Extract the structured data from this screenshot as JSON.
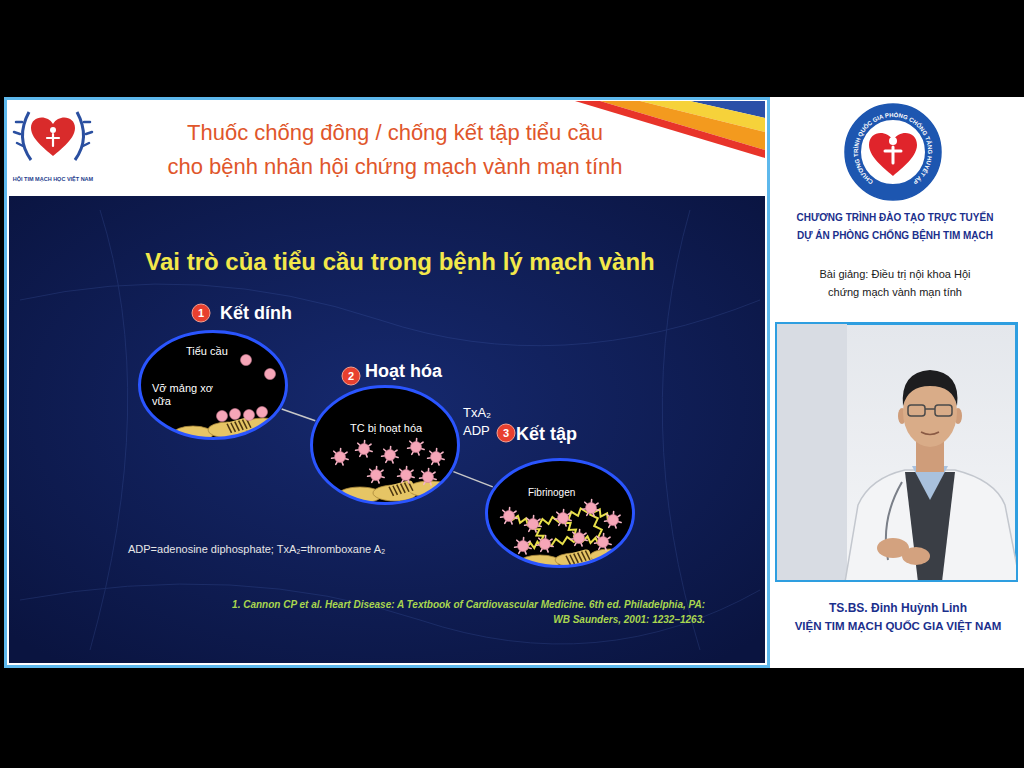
{
  "diagram": {
    "title": "Thuốc chống đông / chống kết tập tiểu cầu cho bệnh nhân hội chứng mạch vành mạn tính",
    "nodes": [
      {
        "text": [
          "Kết dính",
          "Tiểu cầu",
          "Vỡ mảng xơ vữa"
        ]
      },
      {
        "text": [
          "Hoạt hóa",
          "TC bị hoạt hóa",
          "TxA₂",
          "ADP"
        ]
      },
      {
        "text": [
          "Kết tập",
          "Fibrinogen"
        ]
      }
    ],
    "edges": [
      {
        "from": 0,
        "to": 1,
        "arrow": "none"
      },
      {
        "from": 1,
        "to": 2,
        "arrow": "none"
      }
    ],
    "labels": [
      "HỘI TIM MẠCH HỌC VIỆT NAM",
      "Vai trò của tiểu cầu trong bệnh lý mạch vành",
      "1",
      "2",
      "3",
      "ADP=adenosine diphosphate; TxA₂=thromboxane A₂",
      "1. Cannon CP et al. Heart Disease: A Textbook of Cardiovascular Medicine. 6th ed. Philadelphia, PA: WB Saunders, 2001: 1232–1263.",
      "CHƯƠNG TRÌNH QUỐC GIA PHÒNG CHỐNG TĂNG HUYẾT ÁP",
      "CHƯƠNG TRÌNH ĐÀO TẠO TRỰC TUYẾN DỰ ÁN PHÒNG CHỐNG BỆNH TIM MẠCH",
      "Bài giảng: Điều trị nội khoa Hội chứng mạch vành mạn tính",
      "TS.BS. Đinh Huỳnh Linh",
      "VIỆN TIM MẠCH QUỐC GIA VIỆT NAM"
    ]
  }
}
